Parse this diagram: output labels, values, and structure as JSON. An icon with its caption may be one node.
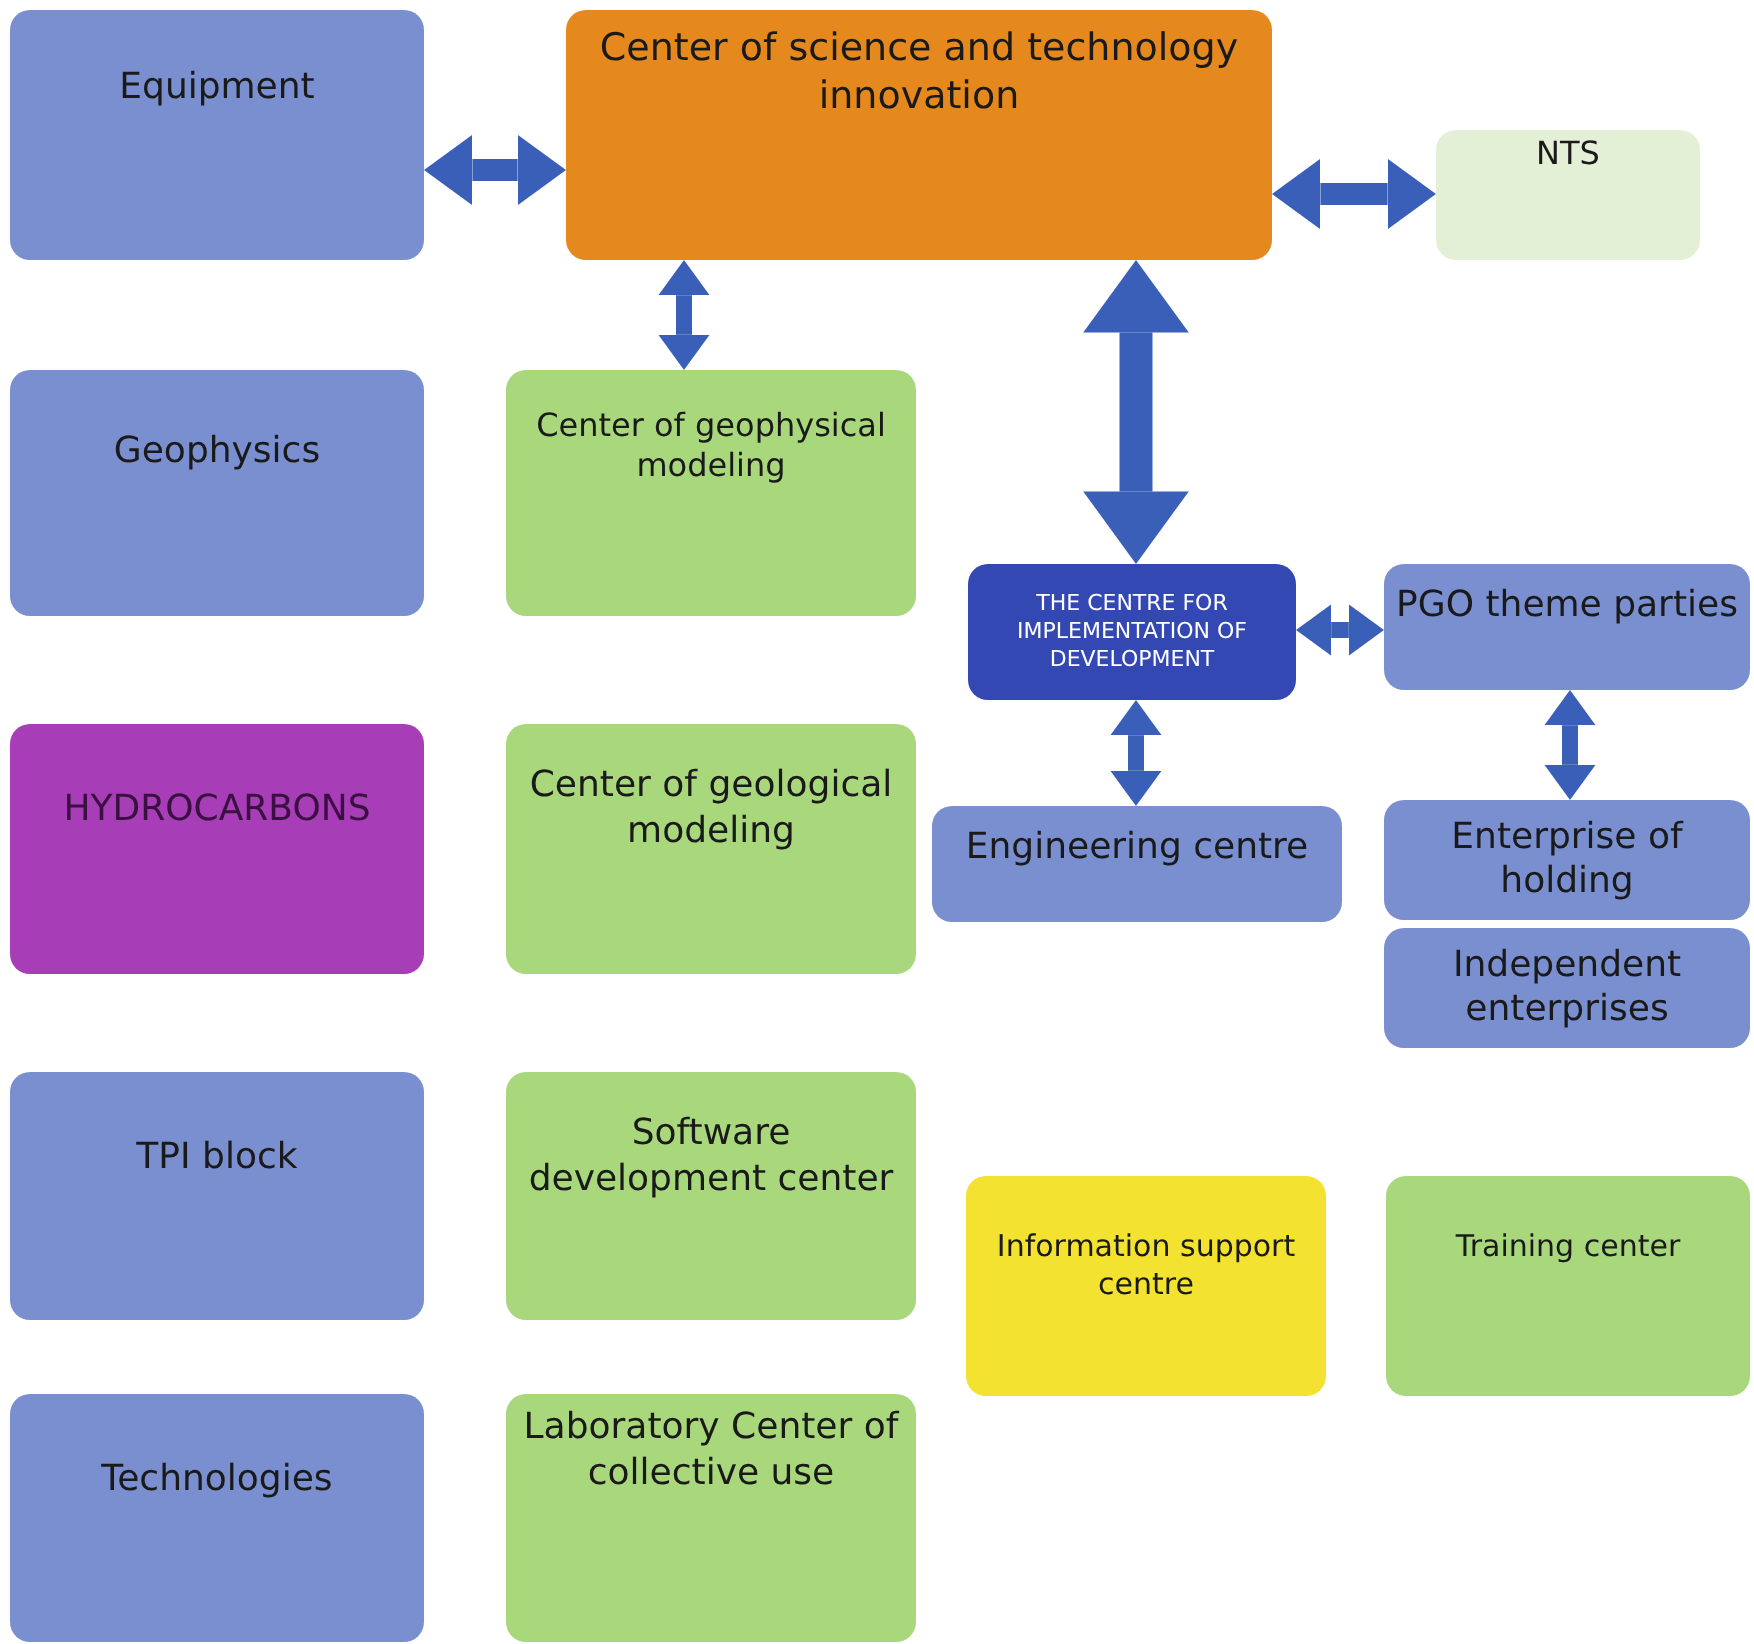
{
  "diagram": {
    "nodes": [
      {
        "text": [
          "Equipment"
        ]
      },
      {
        "text": [
          "Center of science and technology innovation"
        ]
      },
      {
        "text": [
          "NTS"
        ]
      },
      {
        "text": [
          "Geophysics"
        ]
      },
      {
        "text": [
          "Center of geophysical modeling"
        ]
      },
      {
        "text": [
          "THE CENTRE FOR IMPLEMENTATION OF DEVELOPMENT"
        ]
      },
      {
        "text": [
          "PGO theme parties"
        ]
      },
      {
        "text": [
          "HYDROCARBONS"
        ]
      },
      {
        "text": [
          "Center of geological modeling"
        ]
      },
      {
        "text": [
          "Engineering centre"
        ]
      },
      {
        "text": [
          "Enterprise of holding"
        ]
      },
      {
        "text": [
          "Independent enterprises"
        ]
      },
      {
        "text": [
          "TPI block"
        ]
      },
      {
        "text": [
          "Software development center"
        ]
      },
      {
        "text": [
          "Information support centre"
        ]
      },
      {
        "text": [
          "Training center"
        ]
      },
      {
        "text": [
          "Technologies"
        ]
      },
      {
        "text": [
          "Laboratory Center of collective use"
        ]
      }
    ],
    "edges": [
      {
        "from": 0,
        "to": 1,
        "arrow": "both"
      },
      {
        "from": 1,
        "to": 2,
        "arrow": "both"
      },
      {
        "from": 1,
        "to": 4,
        "arrow": "both"
      },
      {
        "from": 1,
        "to": 5,
        "arrow": "both",
        "style": "thick"
      },
      {
        "from": 5,
        "to": 6,
        "arrow": "both"
      },
      {
        "from": 5,
        "to": 9,
        "arrow": "both"
      },
      {
        "from": 6,
        "to": 10,
        "arrow": "both"
      }
    ]
  }
}
